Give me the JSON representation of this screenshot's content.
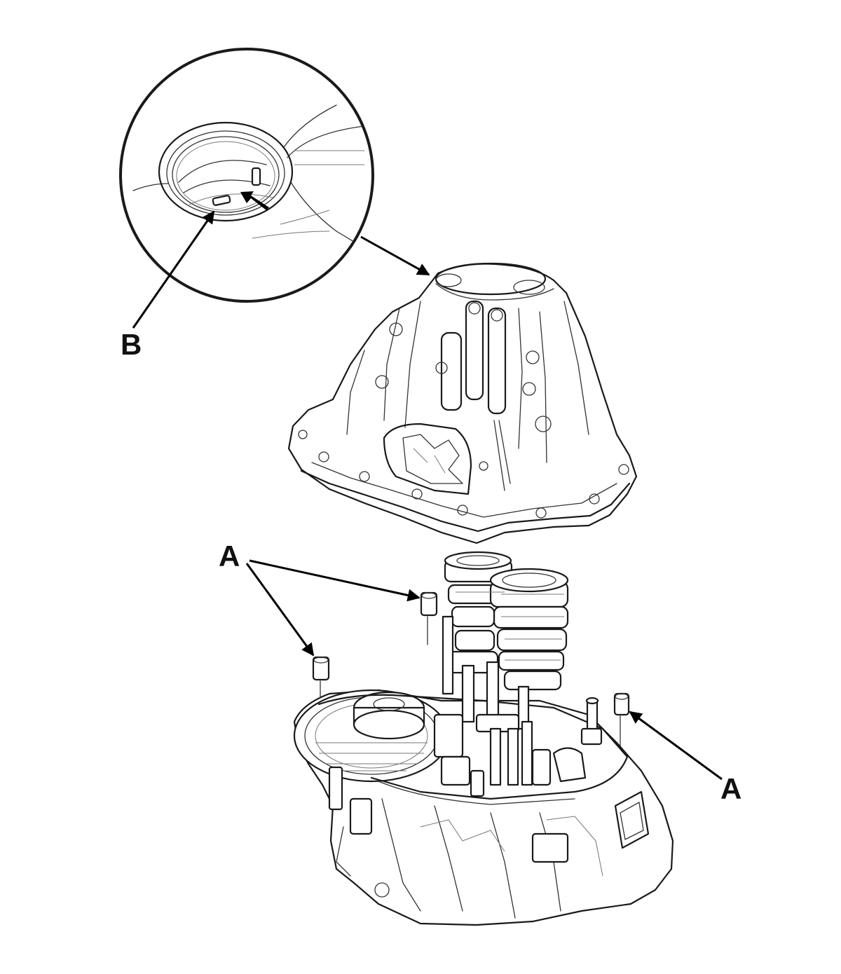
{
  "callouts": {
    "b_label": "B",
    "a_label_top": "A",
    "a_label_right": "A"
  },
  "colors": {
    "ink": "#1a1a1a",
    "background": "#ffffff"
  }
}
